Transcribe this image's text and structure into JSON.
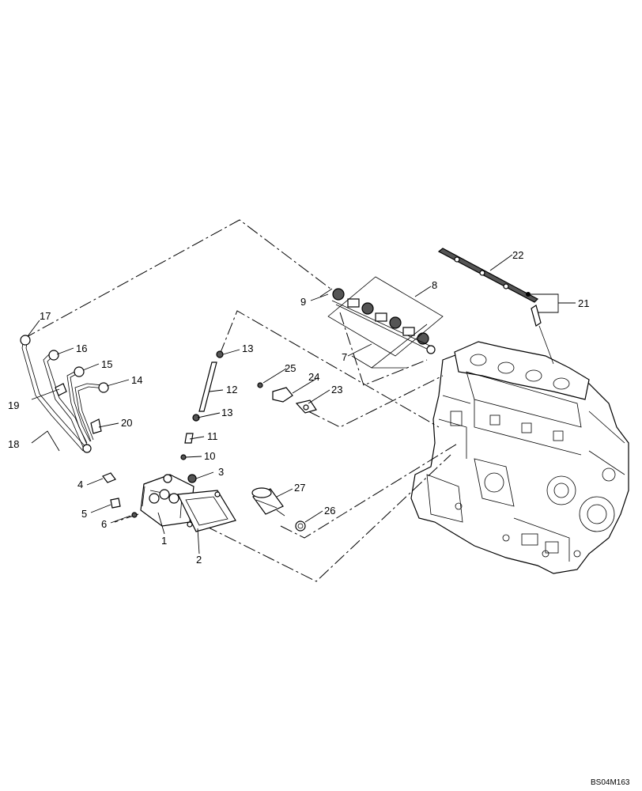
{
  "callouts": [
    "1",
    "2",
    "3",
    "4",
    "5",
    "6",
    "7",
    "8",
    "9",
    "10",
    "11",
    "12",
    "13",
    "13",
    "14",
    "15",
    "16",
    "17",
    "18",
    "19",
    "20",
    "21",
    "22",
    "23",
    "24",
    "25",
    "26",
    "27"
  ],
  "drawing_code": "BS04M163",
  "parts": [
    "injection-pump",
    "pump-gasket",
    "nut",
    "plug",
    "bolt",
    "washer",
    "injector-nozzle",
    "injector-holder",
    "leak-off-pipe",
    "o-ring",
    "fitting",
    "pushrod",
    "seal",
    "fuel-pipe",
    "fuel-pipe",
    "fuel-pipe",
    "fuel-pipe",
    "pipe-set",
    "clamp",
    "clamp",
    "glow-plug",
    "glow-plug-lead",
    "gasket",
    "cover-plate",
    "bolt",
    "o-ring",
    "stop-solenoid",
    "engine-block"
  ]
}
